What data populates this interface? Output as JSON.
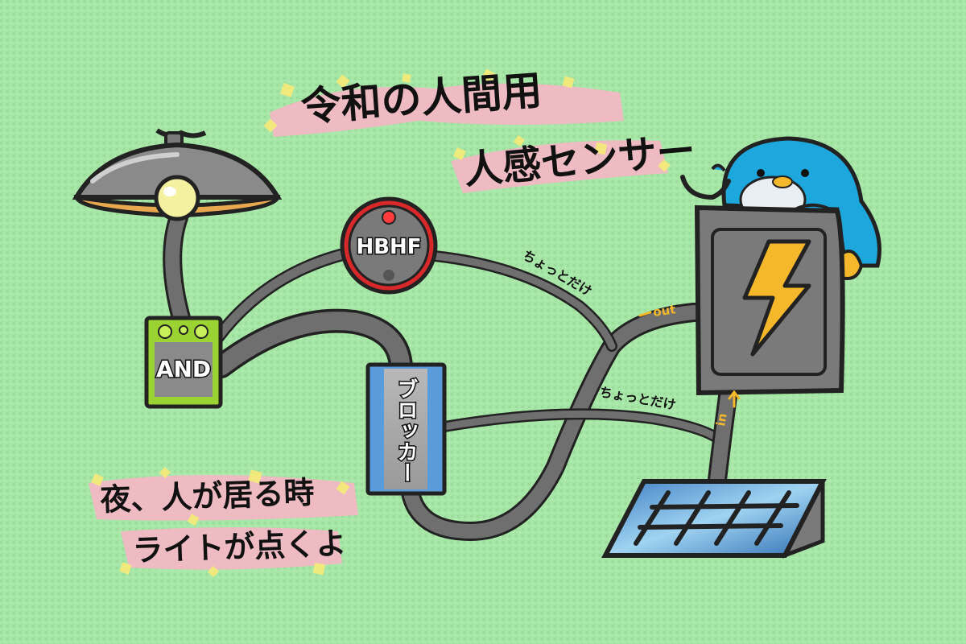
{
  "title": {
    "line1": "令和の人間用",
    "line2": "人感センサー"
  },
  "caption": {
    "line1": "夜、人が居る時",
    "line2": "ライトが点くよ"
  },
  "components": {
    "hbhf": "HBHF",
    "and_gate": "AND",
    "blocker": "ブロッカー"
  },
  "wire_labels": {
    "upper": "ちょっとだけ",
    "lower": "ちょっとだけ",
    "out": "out",
    "in": "in"
  },
  "icons": [
    "ceiling-lamp-icon",
    "penguin-icon",
    "lightning-bolt-icon",
    "solar-panel-icon"
  ],
  "colors": {
    "background": "#a6e6a6",
    "wire": "#6f6f6f",
    "and_gate": "#9bd432",
    "blocker": "#5a9bdc",
    "battery": "#7a7a7a",
    "bolt": "#f5b82a",
    "penguin": "#1ea7dc",
    "highlight_pink": "#f7b6c6",
    "highlight_yellow": "#f4ea7a",
    "hbhf_ring": "#d9282a"
  }
}
